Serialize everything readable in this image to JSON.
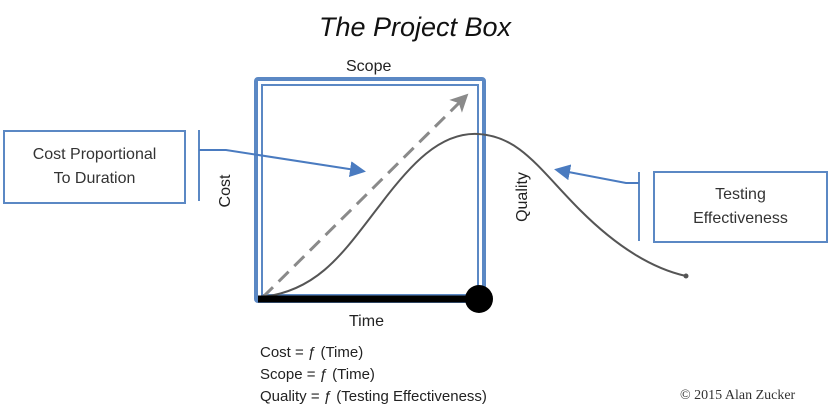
{
  "title": "The Project Box",
  "axes": {
    "top": "Scope",
    "bottom": "Time",
    "left": "Cost",
    "right": "Quality"
  },
  "callouts": {
    "left": {
      "line1": "Cost Proportional",
      "line2": "To Duration"
    },
    "right": {
      "line1": "Testing",
      "line2": "Effectiveness"
    }
  },
  "formulas": [
    "Cost = ƒ (Time)",
    "Scope = ƒ (Time)",
    "Quality = ƒ (Testing Effectiveness)"
  ],
  "copyright": "© 2015 Alan Zucker",
  "colors": {
    "box_blue": "#5b88c4",
    "arrow_gray": "#8a8a8a",
    "curve": "#555555",
    "time_bar": "#000000"
  }
}
